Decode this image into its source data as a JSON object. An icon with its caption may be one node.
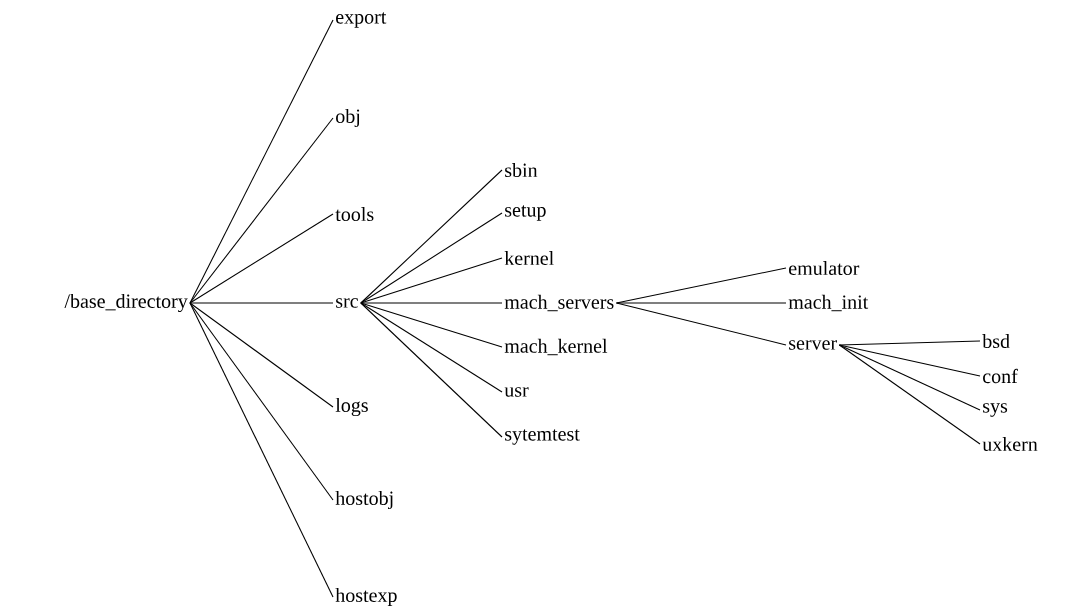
{
  "diagram": {
    "nodes": [
      {
        "text": [
          "/base_directory"
        ]
      },
      {
        "text": [
          "export"
        ]
      },
      {
        "text": [
          "obj"
        ]
      },
      {
        "text": [
          "tools"
        ]
      },
      {
        "text": [
          "src"
        ]
      },
      {
        "text": [
          "logs"
        ]
      },
      {
        "text": [
          "hostobj"
        ]
      },
      {
        "text": [
          "hostexp"
        ]
      },
      {
        "text": [
          "sbin"
        ]
      },
      {
        "text": [
          "setup"
        ]
      },
      {
        "text": [
          "kernel"
        ]
      },
      {
        "text": [
          "mach_servers"
        ]
      },
      {
        "text": [
          "mach_kernel"
        ]
      },
      {
        "text": [
          "usr"
        ]
      },
      {
        "text": [
          "sytemtest"
        ]
      },
      {
        "text": [
          "emulator"
        ]
      },
      {
        "text": [
          "mach_init"
        ]
      },
      {
        "text": [
          "server"
        ]
      },
      {
        "text": [
          "bsd"
        ]
      },
      {
        "text": [
          "conf"
        ]
      },
      {
        "text": [
          "sys"
        ]
      },
      {
        "text": [
          "uxkern"
        ]
      }
    ],
    "edges": [
      {
        "from": 0,
        "to": 1,
        "arrow": "none"
      },
      {
        "from": 0,
        "to": 2,
        "arrow": "none"
      },
      {
        "from": 0,
        "to": 3,
        "arrow": "none"
      },
      {
        "from": 0,
        "to": 4,
        "arrow": "none"
      },
      {
        "from": 0,
        "to": 5,
        "arrow": "none"
      },
      {
        "from": 0,
        "to": 6,
        "arrow": "none"
      },
      {
        "from": 0,
        "to": 7,
        "arrow": "none"
      },
      {
        "from": 4,
        "to": 8,
        "arrow": "none"
      },
      {
        "from": 4,
        "to": 9,
        "arrow": "none"
      },
      {
        "from": 4,
        "to": 10,
        "arrow": "none"
      },
      {
        "from": 4,
        "to": 11,
        "arrow": "none"
      },
      {
        "from": 4,
        "to": 12,
        "arrow": "none"
      },
      {
        "from": 4,
        "to": 13,
        "arrow": "none"
      },
      {
        "from": 4,
        "to": 14,
        "arrow": "none"
      },
      {
        "from": 11,
        "to": 15,
        "arrow": "none"
      },
      {
        "from": 11,
        "to": 16,
        "arrow": "none"
      },
      {
        "from": 11,
        "to": 17,
        "arrow": "none"
      },
      {
        "from": 17,
        "to": 18,
        "arrow": "none"
      },
      {
        "from": 17,
        "to": 19,
        "arrow": "none"
      },
      {
        "from": 17,
        "to": 20,
        "arrow": "none"
      },
      {
        "from": 17,
        "to": 21,
        "arrow": "none"
      }
    ]
  }
}
